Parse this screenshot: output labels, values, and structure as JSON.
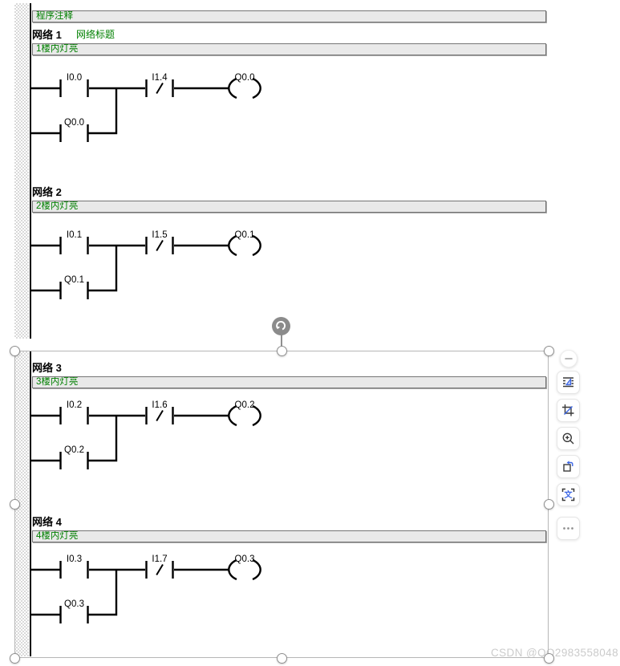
{
  "ladder": {
    "program_comment": "程序注释",
    "networks": [
      {
        "name": "网络 1",
        "subtitle": "网络标题",
        "comment": "1楼内灯亮",
        "contact_no": "I0.0",
        "contact_nc": "I1.4",
        "coil": "Q0.0",
        "latch": "Q0.0"
      },
      {
        "name": "网络 2",
        "subtitle": "",
        "comment": "2楼内灯亮",
        "contact_no": "I0.1",
        "contact_nc": "I1.5",
        "coil": "Q0.1",
        "latch": "Q0.1"
      },
      {
        "name": "网络 3",
        "subtitle": "",
        "comment": "3楼内灯亮",
        "contact_no": "I0.2",
        "contact_nc": "I1.6",
        "coil": "Q0.2",
        "latch": "Q0.2"
      },
      {
        "name": "网络 4",
        "subtitle": "",
        "comment": "4楼内灯亮",
        "contact_no": "I0.3",
        "contact_nc": "I1.7",
        "coil": "Q0.3",
        "latch": "Q0.3"
      }
    ]
  },
  "selection": {
    "rotate_icon": "rotate-handle-icon"
  },
  "toolbar": {
    "collapse_icon": "collapse-minus-icon",
    "buttons": [
      {
        "name": "layout-options-button",
        "icon": "text-wrap-icon"
      },
      {
        "name": "crop-button",
        "icon": "crop-icon"
      },
      {
        "name": "zoom-in-button",
        "icon": "zoom-in-icon"
      },
      {
        "name": "rotate-button",
        "icon": "rotate-icon"
      },
      {
        "name": "extract-text-button",
        "icon": "extract-text-icon",
        "glyph": "文"
      },
      {
        "name": "more-button",
        "icon": "more-ellipsis-icon"
      }
    ]
  },
  "watermark": "CSDN @QQ2983558048",
  "colors": {
    "green": "#008000",
    "blue": "#3b66e6",
    "bar_fill": "#e9e9e9",
    "bar_border": "#757575",
    "handle_gray": "#8f8f8f"
  }
}
